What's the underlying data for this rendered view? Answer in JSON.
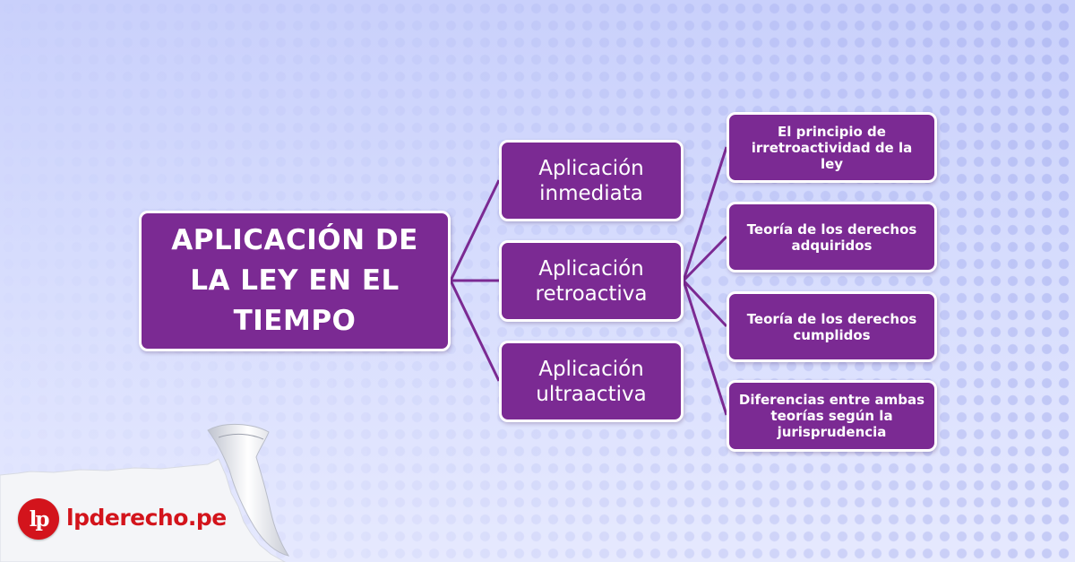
{
  "colors": {
    "box_fill": "#7b2a93",
    "box_border": "#ffffff",
    "connector": "#7b2a93",
    "brand_red": "#d3141c"
  },
  "diagram": {
    "root": {
      "label": "APLICACIÓN DE LA LEY EN EL TIEMPO"
    },
    "branches": [
      {
        "label": "Aplicación inmediata"
      },
      {
        "label": "Aplicación retroactiva"
      },
      {
        "label": "Aplicación ultraactiva"
      }
    ],
    "retroactiva_children": [
      {
        "label": "El principio de irretroactividad de la ley"
      },
      {
        "label": "Teoría de los derechos adquiridos"
      },
      {
        "label": "Teoría de los derechos cumplidos"
      },
      {
        "label": "Diferencias entre ambas teorías según la jurisprudencia"
      }
    ]
  },
  "brand": {
    "logo_mark": "lp",
    "site_name": "lpderecho.pe",
    "logo_icon": "lp-circle-logo-icon"
  }
}
